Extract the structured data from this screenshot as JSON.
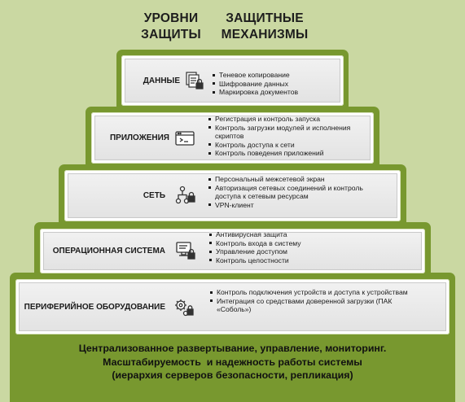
{
  "headers": {
    "levels": "УРОВНИ ЗАЩИТЫ",
    "mechanisms": "ЗАЩИТНЫЕ МЕХАНИЗМЫ"
  },
  "tiers": [
    {
      "label": "ДАННЫЕ",
      "icon": "documents-lock-icon",
      "items": [
        "Теневое копирование",
        "Шифрование данных",
        "Маркировка документов"
      ]
    },
    {
      "label": "ПРИЛОЖЕНИЯ",
      "icon": "application-window-icon",
      "items": [
        "Регистрация и контроль запуска",
        "Контроль загрузки модулей и исполнения скриптов",
        "Контроль доступа к сети",
        "Контроль поведения приложений"
      ]
    },
    {
      "label": "СЕТЬ",
      "icon": "network-lock-icon",
      "items": [
        "Персональный межсетевой экран",
        "Авторизация сетевых соединений и контроль доступа к сетевым ресурсам",
        "VPN-клиент"
      ]
    },
    {
      "label": "ОПЕРАЦИОННАЯ СИСТЕМА",
      "icon": "computer-lock-icon",
      "items": [
        "Антивирусная защита",
        "Контроль входа в систему",
        "Управление доступом",
        "Контроль целостности"
      ]
    },
    {
      "label": "ПЕРИФЕРИЙНОЕ ОБОРУДОВАНИЕ",
      "icon": "gears-lock-icon",
      "items": [
        "Контроль подключения устройств и доступа к устройствам",
        "Интеграция со средствами доверенной загрузки (ПАК «Соболь»)"
      ]
    }
  ],
  "footer": {
    "line1": "Централизованное развертывание, управление, мониторинг.",
    "line2": "Масштабируемость  и надежность работы системы",
    "line3": "(иерархия серверов безопасности, репликация)"
  },
  "colors": {
    "background": "#cad8a2",
    "tier_green": "#78982f",
    "panel": "#ffffff",
    "text": "#1a1a1a"
  }
}
